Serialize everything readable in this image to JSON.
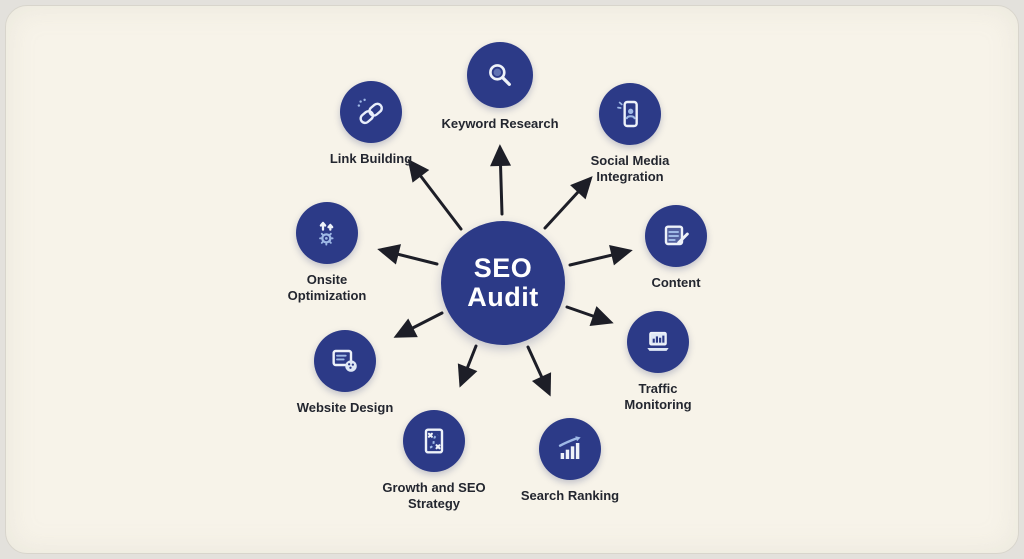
{
  "center": {
    "line1": "SEO",
    "line2": "Audit"
  },
  "colors": {
    "node_fill": "#2c3a87",
    "background": "#f7f3e9",
    "arrow": "#1d1e27",
    "label_text": "#23262f",
    "icon_light": "#eef2f9",
    "icon_accent": "#9fb9e6"
  },
  "nodes": [
    {
      "id": "keyword-research",
      "label": "Keyword Research",
      "icon": "magnifier-icon"
    },
    {
      "id": "social-media-integration",
      "label": "Social Media Integration",
      "icon": "phone-social-icon"
    },
    {
      "id": "content",
      "label": "Content",
      "icon": "document-pencil-icon"
    },
    {
      "id": "traffic-monitoring",
      "label": "Traffic Monitoring",
      "icon": "laptop-chart-icon"
    },
    {
      "id": "search-ranking",
      "label": "Search Ranking",
      "icon": "bar-chart-arrow-icon"
    },
    {
      "id": "growth-and-seo-strategy",
      "label": "Growth and SEO Strategy",
      "icon": "strategy-map-icon"
    },
    {
      "id": "website-design",
      "label": "Website Design",
      "icon": "design-palette-icon"
    },
    {
      "id": "onsite-optimization",
      "label": "Onsite Optimization",
      "icon": "gear-arrows-icon"
    },
    {
      "id": "link-building",
      "label": "Link Building",
      "icon": "chain-link-icon"
    }
  ]
}
